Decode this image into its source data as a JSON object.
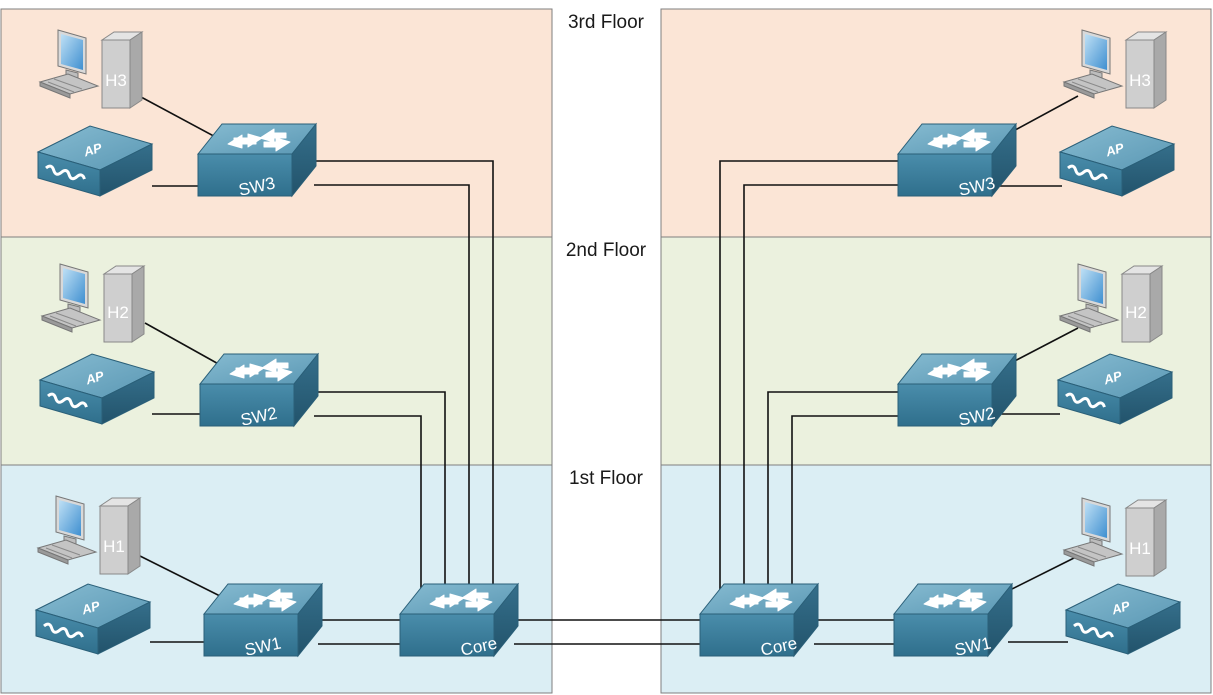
{
  "floors": [
    {
      "label": "3rd Floor",
      "color": "#fbe5d6"
    },
    {
      "label": "2nd Floor",
      "color": "#ebf1de"
    },
    {
      "label": "1st Floor",
      "color": "#dbeef4"
    }
  ],
  "buildings": [
    {
      "side": "left",
      "hosts": [
        "H3",
        "H2",
        "H1"
      ],
      "switches": [
        "SW3",
        "SW2",
        "SW1"
      ],
      "ap_label": "AP",
      "core": "Core"
    },
    {
      "side": "right",
      "hosts": [
        "H3",
        "H2",
        "H1"
      ],
      "switches": [
        "SW3",
        "SW2",
        "SW1"
      ],
      "ap_label": "AP",
      "core": "Core"
    }
  ],
  "colors": {
    "device_top": "#6fa9c2",
    "device_front": "#3f7f9c",
    "device_side": "#2c6580",
    "wire": "#111111"
  }
}
